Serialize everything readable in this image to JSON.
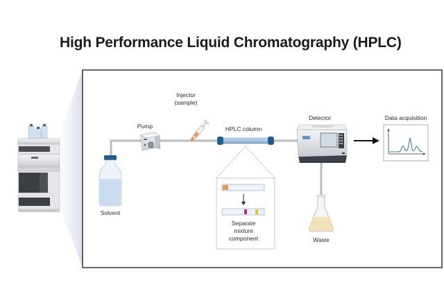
{
  "title": "High Performance Liquid Chromatography (HPLC)",
  "components": {
    "solvent": "Solvent",
    "pump": "Pump",
    "injector_line1": "Injector",
    "injector_line2": "(sample)",
    "column": "HPLC column",
    "separation_line1": "Separate",
    "separation_line2": "mixture",
    "separation_line3": "component",
    "detector": "Detector",
    "waste": "Waste",
    "data_acquisition": "Data acquisition"
  },
  "colors": {
    "tubing": "#b8bcc2",
    "cap_blue": "#1f5f8f",
    "column_fill": "#a9c6e3",
    "solvent_liquid": "#c9dcf0",
    "sample_orange": "#e9964e",
    "band_magenta": "#b8307a",
    "band_yellow": "#e2c52a",
    "waste_liquid": "#f1e3b4",
    "chromatogram_line": "#3e7aa0",
    "frame": "#333333"
  }
}
